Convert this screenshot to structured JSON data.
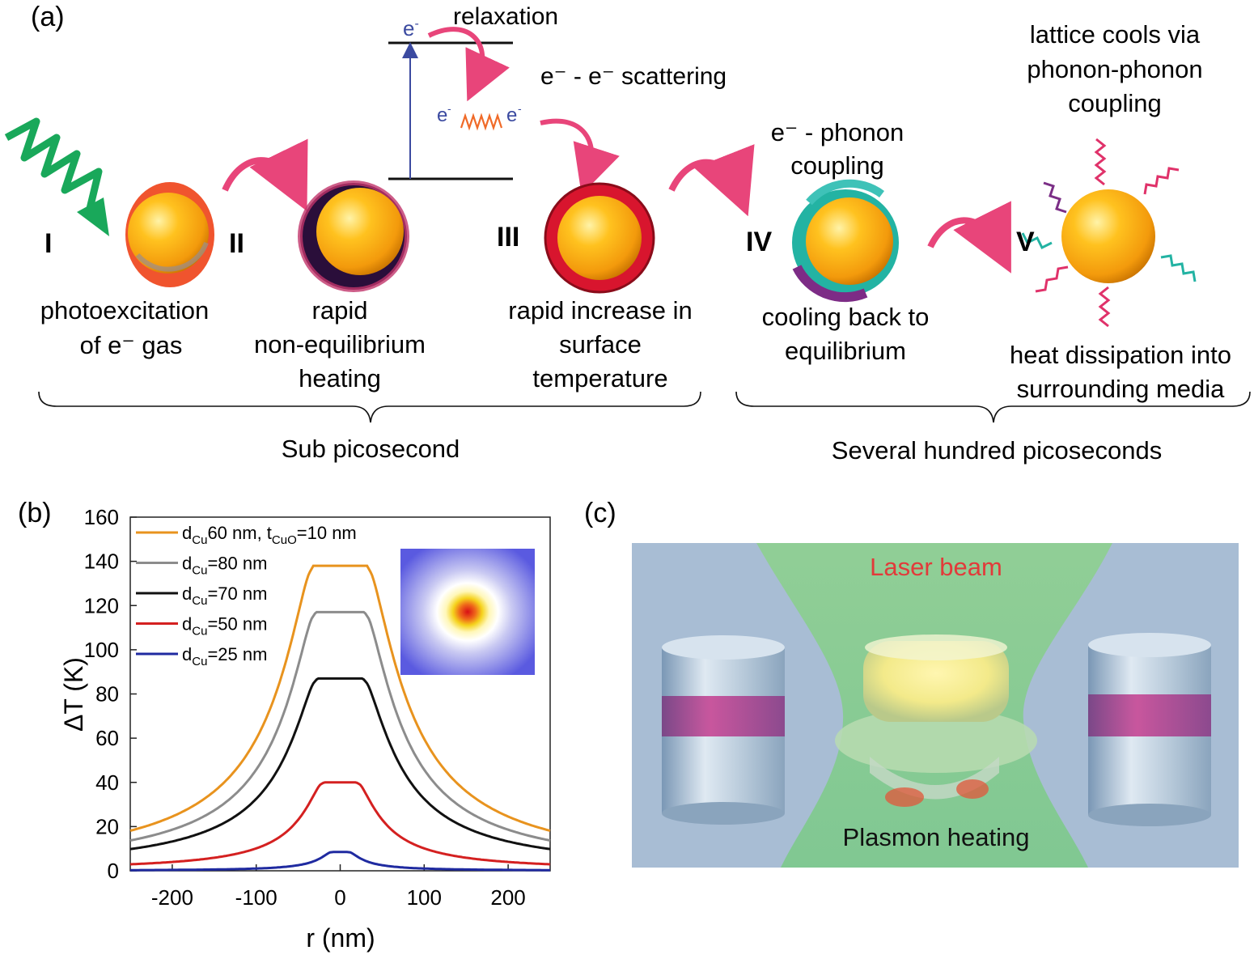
{
  "panel_a": {
    "label": "(a)",
    "electron": "e",
    "electron_sup": "-",
    "relaxation": "relaxation",
    "scattering": "e⁻ - e⁻ scattering",
    "phonon_coupling_line1": "e⁻ - phonon",
    "phonon_coupling_line2": "coupling",
    "lattice_line1": "lattice cools via",
    "lattice_line2": "phonon-phonon",
    "lattice_line3": "coupling",
    "stages": [
      {
        "numeral": "I",
        "lines": [
          "photoexcitation",
          "of e⁻ gas"
        ]
      },
      {
        "numeral": "II",
        "lines": [
          "rapid",
          "non-equilibrium",
          "heating"
        ]
      },
      {
        "numeral": "III",
        "lines": [
          "rapid increase in",
          "surface",
          "temperature"
        ]
      },
      {
        "numeral": "IV",
        "lines": [
          "cooling back to",
          "equilibrium"
        ]
      },
      {
        "numeral": "V",
        "lines": [
          "heat dissipation into",
          "surrounding media"
        ]
      }
    ],
    "timescales": [
      "Sub picosecond",
      "Several hundred picoseconds"
    ]
  },
  "panel_b": {
    "label": "(b)"
  },
  "panel_c": {
    "label": "(c)",
    "laser_label": "Laser beam",
    "heating_label": "Plasmon heating",
    "laser_label_color": "#e23a3a"
  },
  "chart_data": {
    "type": "line",
    "xlabel": "r (nm)",
    "ylabel": "ΔT (K)",
    "xlim": [
      -250,
      250
    ],
    "ylim": [
      0,
      160
    ],
    "xticks": [
      -200,
      -100,
      0,
      100,
      200
    ],
    "yticks": [
      0,
      20,
      40,
      60,
      80,
      100,
      120,
      140,
      160
    ],
    "grid": false,
    "legend_position": "top-left",
    "series": [
      {
        "name": "dCu60 nm, tCuO=10 nm",
        "legend_main": "d",
        "legend_sub": "Cu",
        "legend_rest": "60 nm, t",
        "legend_sub2": "CuO",
        "legend_rest2": "=10 nm",
        "color": "#e8931e",
        "peak": 138,
        "edge": 18.5,
        "half_width": 36
      },
      {
        "name": "dCu=80 nm",
        "legend_main": "d",
        "legend_sub": "Cu",
        "legend_rest": "=80 nm",
        "color": "#8c8c8c",
        "peak": 117,
        "edge": 14,
        "half_width": 33
      },
      {
        "name": "dCu=70 nm",
        "legend_main": "d",
        "legend_sub": "Cu",
        "legend_rest": "=70 nm",
        "color": "#111111",
        "peak": 87,
        "edge": 10,
        "half_width": 31
      },
      {
        "name": "dCu=50 nm",
        "legend_main": "d",
        "legend_sub": "Cu",
        "legend_rest": "=50 nm",
        "color": "#d42020",
        "peak": 40,
        "edge": 3,
        "half_width": 23
      },
      {
        "name": "dCu=25 nm",
        "legend_main": "d",
        "legend_sub": "Cu",
        "legend_rest": "=25 nm",
        "color": "#1f2aa0",
        "peak": 8.5,
        "edge": 0.3,
        "half_width": 12
      }
    ]
  },
  "colors": {
    "arrow_pink": "#e8457a",
    "photon_green": "#19a85a",
    "sphere_gold": "#f7a81b",
    "level_blue": "#3b4aa0"
  }
}
